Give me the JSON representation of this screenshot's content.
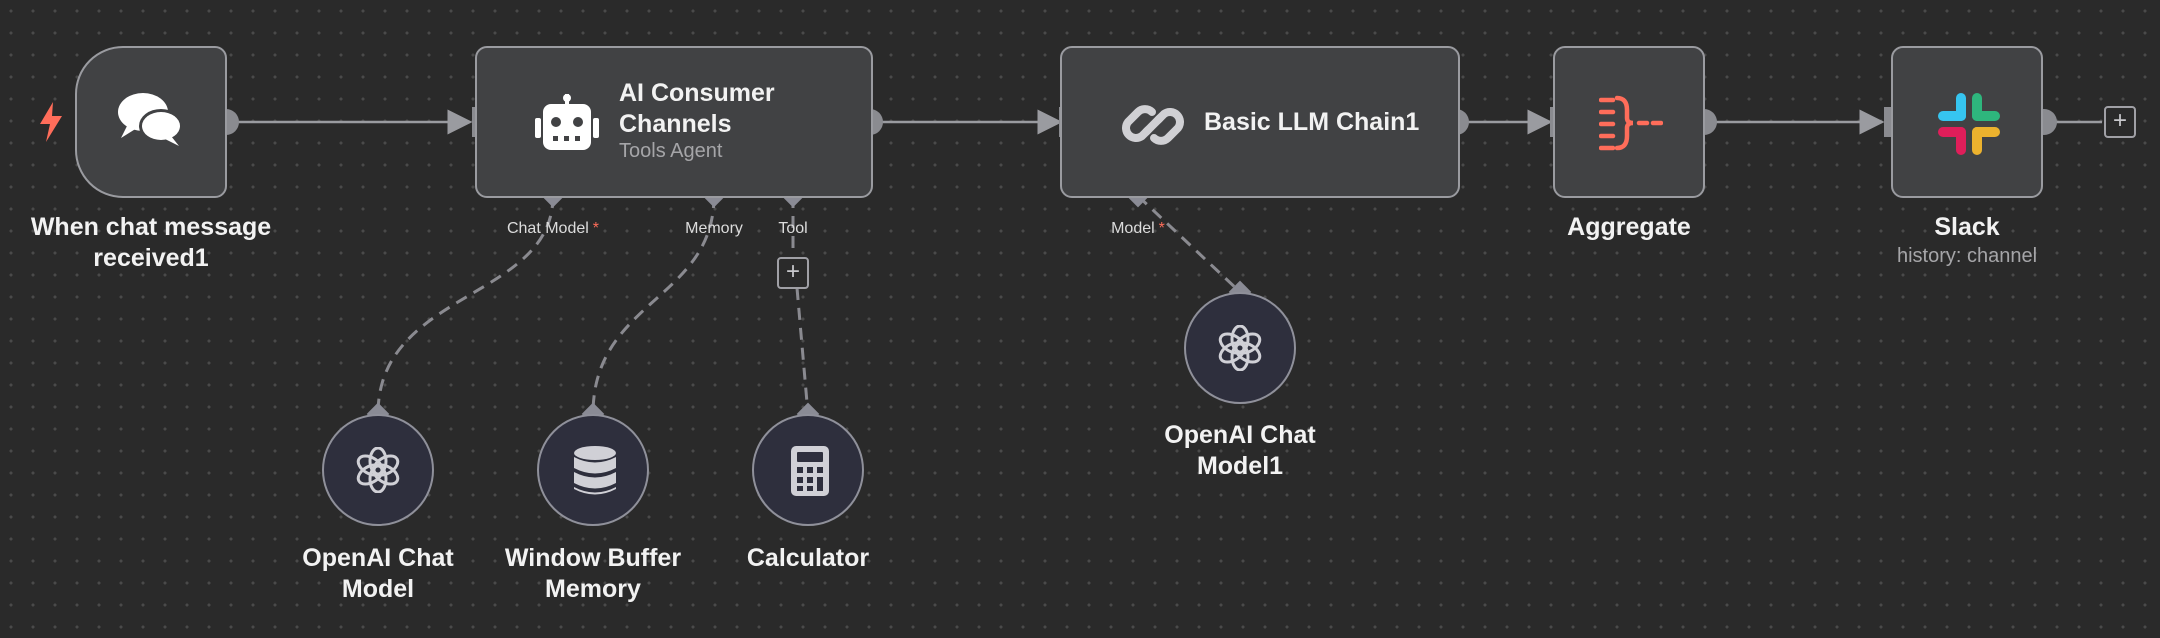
{
  "trigger_node": {
    "title_line1": "When chat message",
    "title_line2": "received1",
    "icon": "chat-bubbles-icon"
  },
  "agent_node": {
    "title_line1": "AI Consumer",
    "title_line2": "Channels",
    "subtitle": "Tools Agent",
    "icon": "robot-icon",
    "ports": {
      "chat_model": "Chat Model",
      "memory": "Memory",
      "tool": "Tool",
      "required_mark": "*"
    }
  },
  "chain_node": {
    "title": "Basic LLM Chain1",
    "icon": "link-icon",
    "ports": {
      "model": "Model",
      "required_mark": "*"
    }
  },
  "aggregate_node": {
    "title": "Aggregate",
    "icon": "aggregate-icon"
  },
  "slack_node": {
    "title": "Slack",
    "subtitle": "history: channel",
    "icon": "slack-icon"
  },
  "sub_nodes": {
    "openai_chat_model": {
      "title_line1": "OpenAI Chat",
      "title_line2": "Model",
      "icon": "openai-icon"
    },
    "window_buffer_memory": {
      "title_line1": "Window Buffer",
      "title_line2": "Memory",
      "icon": "database-icon"
    },
    "calculator": {
      "title": "Calculator",
      "icon": "calculator-icon"
    },
    "openai_chat_model1": {
      "title_line1": "OpenAI Chat",
      "title_line2": "Model1",
      "icon": "openai-icon"
    }
  },
  "add_buttons": {
    "plus": "+"
  },
  "colors": {
    "accent": "#ff6d5a",
    "node_bg": "#414244",
    "node_border": "#9a9ba0",
    "canvas": "#2a2a2a"
  }
}
